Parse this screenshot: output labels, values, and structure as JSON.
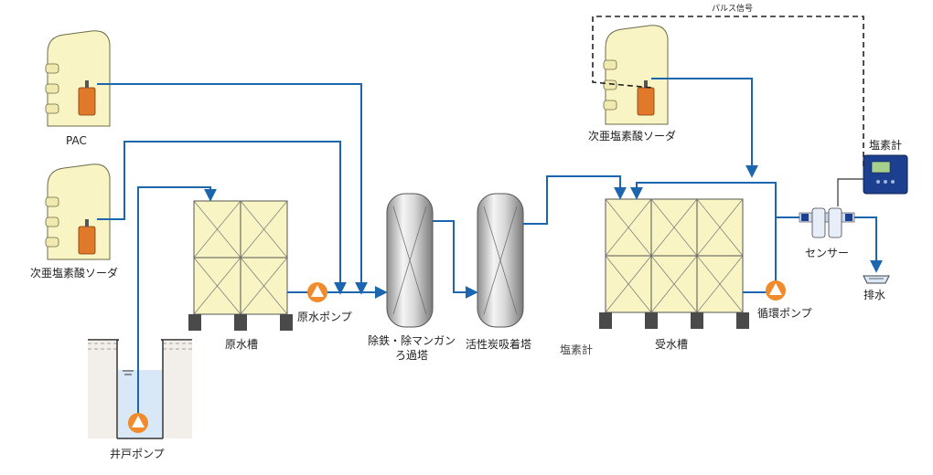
{
  "labels": {
    "pac": "PAC",
    "hypochlorite_left": "次亜塩素酸ソーダ",
    "hypochlorite_right": "次亜塩素酸ソーダ",
    "well_pump": "井戸ポンプ",
    "raw_tank": "原水槽",
    "raw_pump": "原水ポンプ",
    "iron_mn_tower_line1": "除鉄・除マンガン",
    "iron_mn_tower_line2": "ろ過塔",
    "carbon_tower": "活性炭吸着塔",
    "chlorine_meter_faint": "塩素計",
    "receiving_tank": "受水槽",
    "circulation_pump": "循環ポンプ",
    "chlorine_meter": "塩素計",
    "sensor": "センサー",
    "drain": "排水",
    "pulse_signal": "パルス信号"
  },
  "colors": {
    "pipe": "#1c66b0",
    "tank_fill": "#f9f4c3",
    "tank_edge": "#555555",
    "pump": "#f08a2a",
    "signal": "#222222",
    "meter": "#1d3f8f",
    "ground": "#555555",
    "water": "#d8e8f6"
  }
}
